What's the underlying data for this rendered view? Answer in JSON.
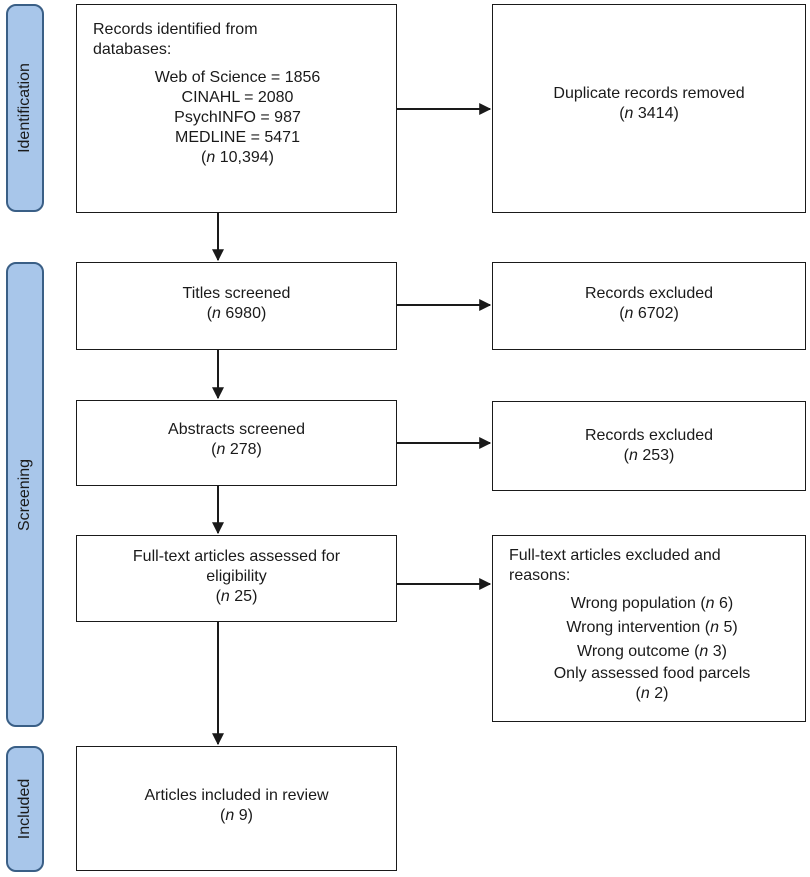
{
  "phases": {
    "identification": "Identification",
    "screening": "Screening",
    "included": "Included"
  },
  "records_identified": {
    "heading_1": "Records identified from",
    "heading_2": "databases:",
    "web_of_science": "Web of Science = 1856",
    "cinahl": "CINAHL = 2080",
    "psychinfo": "PsychINFO = 987",
    "medline": "MEDLINE = 5471",
    "n_prefix": "(",
    "n_italic": "n",
    "n_value": " 10,394)"
  },
  "duplicates": {
    "label": "Duplicate records removed",
    "n_prefix": "(",
    "n_italic": "n",
    "n_value": " 3414)"
  },
  "titles": {
    "label": "Titles screened",
    "n_prefix": "(",
    "n_italic": "n",
    "n_value": " 6980)"
  },
  "titles_excluded": {
    "label": "Records excluded",
    "n_prefix": "(",
    "n_italic": "n",
    "n_value": " 6702)"
  },
  "abstracts": {
    "label": "Abstracts screened",
    "n_prefix": "(",
    "n_italic": "n",
    "n_value": " 278)"
  },
  "abstracts_excluded": {
    "label": "Records excluded",
    "n_prefix": "(",
    "n_italic": "n",
    "n_value": " 253)"
  },
  "fulltext": {
    "label_1": "Full-text articles assessed for",
    "label_2": "eligibility",
    "n_prefix": "(",
    "n_italic": "n",
    "n_value": " 25)"
  },
  "fulltext_excluded": {
    "heading_1": "Full-text articles excluded and",
    "heading_2": "reasons:",
    "r1_text": "Wrong population (",
    "r1_italic": "n",
    "r1_value": " 6)",
    "r2_text": "Wrong intervention (",
    "r2_italic": "n",
    "r2_value": " 5)",
    "r3_text": "Wrong outcome (",
    "r3_italic": "n",
    "r3_value": " 3)",
    "r4_text": "Only assessed food parcels",
    "r4_prefix": "(",
    "r4_italic": "n",
    "r4_value": " 2)"
  },
  "included": {
    "label": "Articles included in review",
    "n_prefix": "(",
    "n_italic": "n",
    "n_value": " 9)"
  },
  "colors": {
    "phase_fill": "#a8c6ea",
    "phase_border": "#3a5f86",
    "box_border": "#1a1a1a",
    "arrow": "#1a1a1a"
  }
}
